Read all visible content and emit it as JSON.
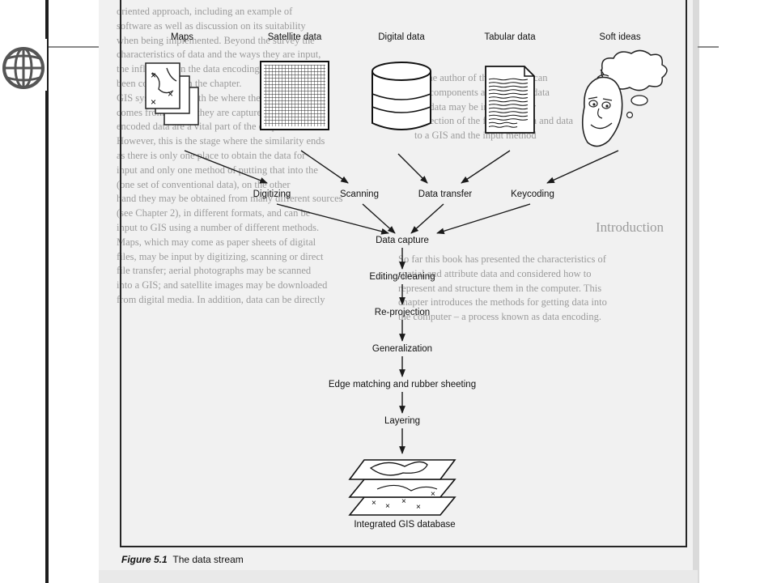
{
  "sources": [
    {
      "id": "maps",
      "label": "Maps"
    },
    {
      "id": "satellite",
      "label": "Satellite data"
    },
    {
      "id": "digital",
      "label": "Digital data"
    },
    {
      "id": "tabular",
      "label": "Tabular data"
    },
    {
      "id": "soft",
      "label": "Soft ideas"
    }
  ],
  "methods": [
    {
      "id": "digitizing",
      "label": "Digitizing"
    },
    {
      "id": "scanning",
      "label": "Scanning"
    },
    {
      "id": "transfer",
      "label": "Data transfer"
    },
    {
      "id": "keycoding",
      "label": "Keycoding"
    }
  ],
  "stages": [
    {
      "id": "capture",
      "label": "Data capture"
    },
    {
      "id": "editing",
      "label": "Editing/cleaning"
    },
    {
      "id": "reprojection",
      "label": "Re-projection"
    },
    {
      "id": "generalization",
      "label": "Generalization"
    },
    {
      "id": "edge",
      "label": "Edge matching and rubber sheeting"
    },
    {
      "id": "layering",
      "label": "Layering"
    }
  ],
  "result": {
    "label": "Integrated GIS database"
  },
  "caption": {
    "figure": "Figure 5.1",
    "text": "The data stream"
  },
  "background_text": {
    "column_a": [
      "oriented approach, including an example of",
      "software as well as discussion on its suitability",
      "when being implemented. Beyond the survey the",
      "characteristics of data and the ways they are input,",
      "the influences on the data encoding method have",
      "been considered in the chapter.",
      "GIS systems will both be where the data",
      "comes from, where they are captured and stored",
      "encoded data are a vital part of the output.",
      "However, this is the stage where the similarity ends",
      "as there is only one place to obtain the data for",
      "input and only one method of putting that into the",
      "(one set of conventional data), on the other",
      "hand they may be obtained from many different sources",
      "(see Chapter 2), in different formats, and can be",
      "input to GIS using a number of different methods.",
      "Maps, which may come as paper sheets of digital",
      "files, may be input by digitizing, scanning or direct",
      "file transfer; aerial photographs may be scanned",
      "into a GIS; and satellite images may be downloaded",
      "from digital media. In addition, data can be directly"
    ],
    "column_b": [
      "to the author of the ongoing scan",
      "the components and the map data",
      "the data may be in the chapter",
      "collection of the forms of data and data",
      "to a GIS and the input method"
    ],
    "heading": "Introduction",
    "column_c": [
      "So far this book has presented the characteristics of",
      "spatial and attribute data and considered how to",
      "represent and structure them in the computer. This",
      "chapter introduces the methods for getting data into",
      "the computer – a process known as data encoding."
    ]
  }
}
